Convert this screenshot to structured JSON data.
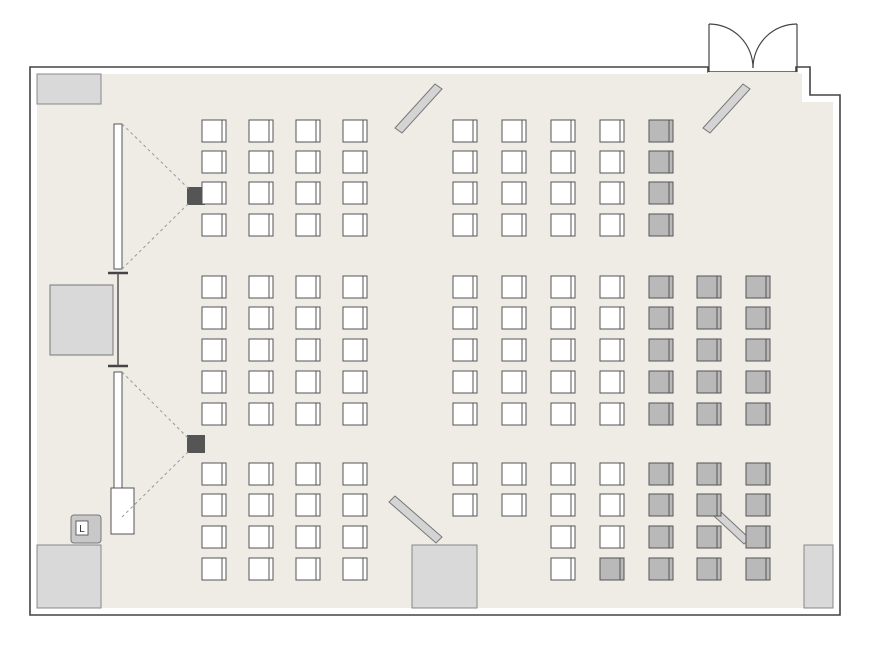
{
  "colors": {
    "background": "#ffffff",
    "floor": "#efece6",
    "wall": "#444444",
    "seat_free": "#ffffff",
    "seat_reserved": "#b9b9b9",
    "pillar": "#d9d9d9",
    "speaker": "#555555"
  },
  "lectern": {
    "label": "L"
  },
  "icons": [
    "lectern-icon",
    "speaker-icon",
    "projector-icon",
    "door-icon"
  ],
  "seating_blocks": [
    {
      "name": "front-left",
      "cols": 4,
      "rows": 4,
      "reserved": []
    },
    {
      "name": "front-right",
      "cols": 5,
      "rows": 4,
      "reserved_cols": [
        4
      ]
    },
    {
      "name": "middle-left",
      "cols": 4,
      "rows": 5,
      "reserved": []
    },
    {
      "name": "middle-right",
      "cols": 7,
      "rows": 5,
      "reserved_cols": [
        4,
        5,
        6
      ]
    },
    {
      "name": "rear-left",
      "cols": 4,
      "rows": 4,
      "reserved": []
    },
    {
      "name": "rear-right",
      "cols": 7,
      "rows": 4,
      "reserved_cols": [
        4,
        5,
        6
      ],
      "reserved_cells": [
        [
          3,
          3
        ]
      ],
      "missing_cells": [
        [
          0,
          2
        ],
        [
          0,
          3
        ],
        [
          1,
          2
        ],
        [
          1,
          3
        ]
      ]
    }
  ]
}
